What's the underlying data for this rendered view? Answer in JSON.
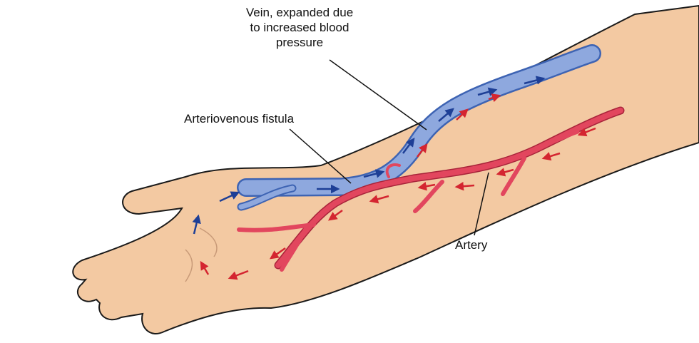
{
  "labels": {
    "vein": [
      "Vein, expanded due",
      "to increased blood",
      "pressure"
    ],
    "fistula": "Arteriovenous fistula",
    "artery": "Artery"
  },
  "colors": {
    "skin": "#f3c9a2",
    "outline": "#1a1a1a",
    "vein_fill": "#8ea8de",
    "vein_edge": "#3d63b3",
    "vein_arrow": "#1e3f96",
    "artery": "#e2465e",
    "artery_arrow": "#d42530"
  }
}
